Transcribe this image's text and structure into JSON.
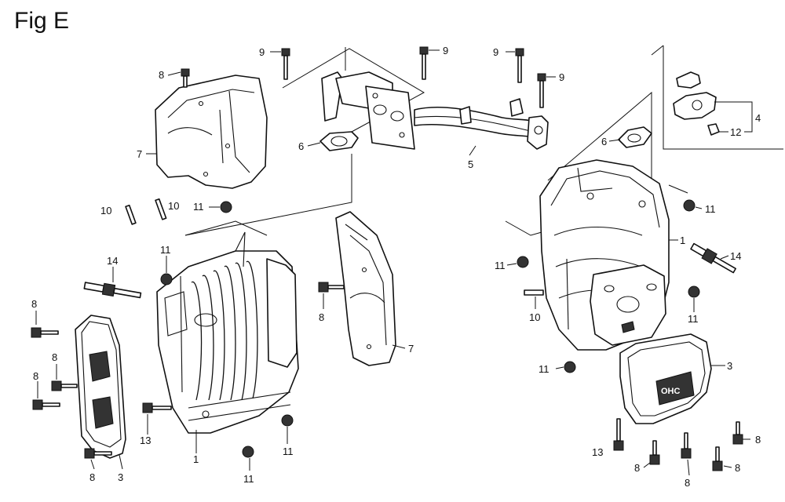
{
  "figure": {
    "title": "Fig E"
  },
  "callouts": [
    {
      "id": "c-9a",
      "label": "9"
    },
    {
      "id": "c-9b",
      "label": "9"
    },
    {
      "id": "c-9c",
      "label": "9"
    },
    {
      "id": "c-9d",
      "label": "9"
    },
    {
      "id": "c-8a",
      "label": "8"
    },
    {
      "id": "c-7a",
      "label": "7"
    },
    {
      "id": "c-6a",
      "label": "6"
    },
    {
      "id": "c-5",
      "label": "5"
    },
    {
      "id": "c-6b",
      "label": "6"
    },
    {
      "id": "c-4",
      "label": "4"
    },
    {
      "id": "c-12",
      "label": "12"
    },
    {
      "id": "c-10a",
      "label": "10"
    },
    {
      "id": "c-10b",
      "label": "10"
    },
    {
      "id": "c-11a",
      "label": "11"
    },
    {
      "id": "c-11b",
      "label": "11"
    },
    {
      "id": "c-14a",
      "label": "14"
    },
    {
      "id": "c-8b",
      "label": "8"
    },
    {
      "id": "c-8c",
      "label": "8"
    },
    {
      "id": "c-8d",
      "label": "8"
    },
    {
      "id": "c-13a",
      "label": "13"
    },
    {
      "id": "c-1a",
      "label": "1"
    },
    {
      "id": "c-8e",
      "label": "8"
    },
    {
      "id": "c-3a",
      "label": "3"
    },
    {
      "id": "c-11c",
      "label": "11"
    },
    {
      "id": "c-11d",
      "label": "11"
    },
    {
      "id": "c-8f",
      "label": "8"
    },
    {
      "id": "c-7b",
      "label": "7"
    },
    {
      "id": "c-11e",
      "label": "11"
    },
    {
      "id": "c-1b",
      "label": "1"
    },
    {
      "id": "c-14b",
      "label": "14"
    },
    {
      "id": "c-11f",
      "label": "11"
    },
    {
      "id": "c-10c",
      "label": "10"
    },
    {
      "id": "c-11g",
      "label": "11"
    },
    {
      "id": "c-11h",
      "label": "11"
    },
    {
      "id": "c-3b",
      "label": "3"
    },
    {
      "id": "c-13b",
      "label": "13"
    },
    {
      "id": "c-8g",
      "label": "8"
    },
    {
      "id": "c-8h",
      "label": "8"
    },
    {
      "id": "c-8i",
      "label": "8"
    },
    {
      "id": "c-8j",
      "label": "8"
    }
  ]
}
